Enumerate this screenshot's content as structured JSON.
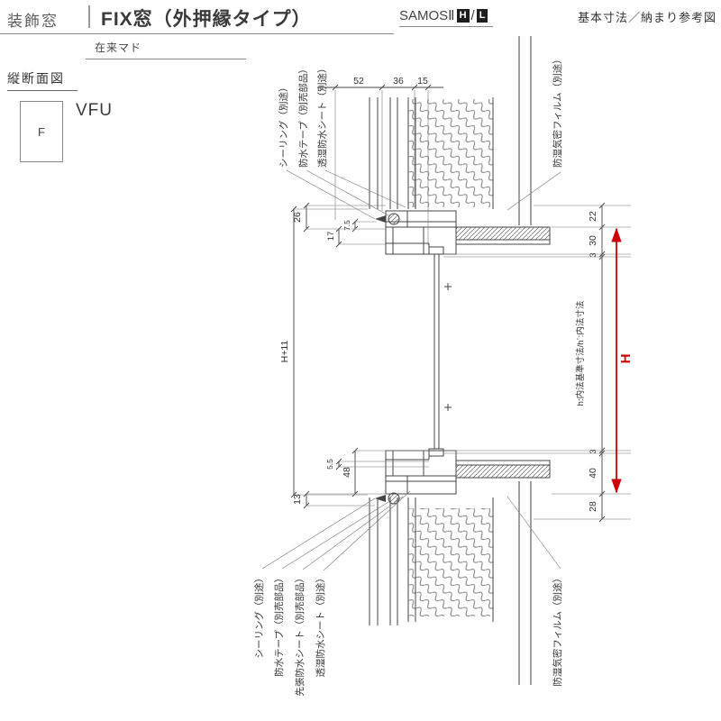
{
  "header": {
    "category": "装飾窓",
    "title": "FIX窓（外押縁タイプ）",
    "brand": "SAMOSⅡ",
    "badge_h": "H",
    "badge_sep": "/",
    "badge_l": "L",
    "right_note": "基本寸法／納まり参考図",
    "frame_type": "在来マド"
  },
  "view": {
    "section_title": "縦断面図",
    "code": "F",
    "model": "VFU"
  },
  "dims": {
    "top_52": "52",
    "top_36": "36",
    "top_15": "15",
    "left_26": "26",
    "left_7_5": "7.5",
    "left_17": "17",
    "left_h11": "H+11",
    "left_5_5": "5.5",
    "left_48": "48",
    "left_13": "13",
    "right_22": "22",
    "right_30": "30",
    "right_3a": "3",
    "right_note": "h:内法基準寸法/h´:内法寸法",
    "right_h": "H",
    "right_3b": "3",
    "right_40": "40",
    "right_28": "28"
  },
  "labels": {
    "top": [
      "シーリング（別途）",
      "防水テープ（別売部品）",
      "透湿防水シート（別途）",
      "防湿気密フィルム（別途）"
    ],
    "bottom": [
      "シーリング（別途）",
      "防水テープ（別売部品）",
      "先張防水シート（別売部品）",
      "透湿防水シート（別途）",
      "防湿気密フィルム（別途）"
    ]
  },
  "colors": {
    "accent_red": "#cc0000",
    "line": "#444444"
  }
}
